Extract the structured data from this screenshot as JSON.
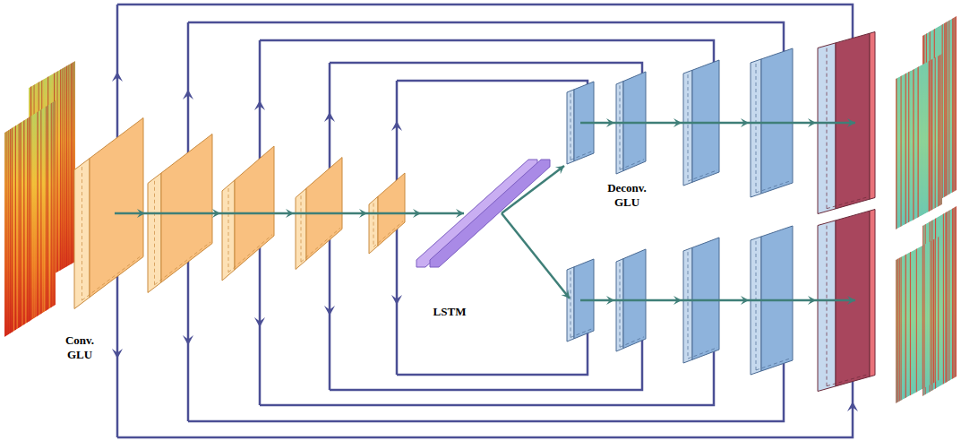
{
  "diagram": {
    "labels": [
      "Conv. GLU",
      "LSTM",
      "Deconv. GLU"
    ]
  }
}
